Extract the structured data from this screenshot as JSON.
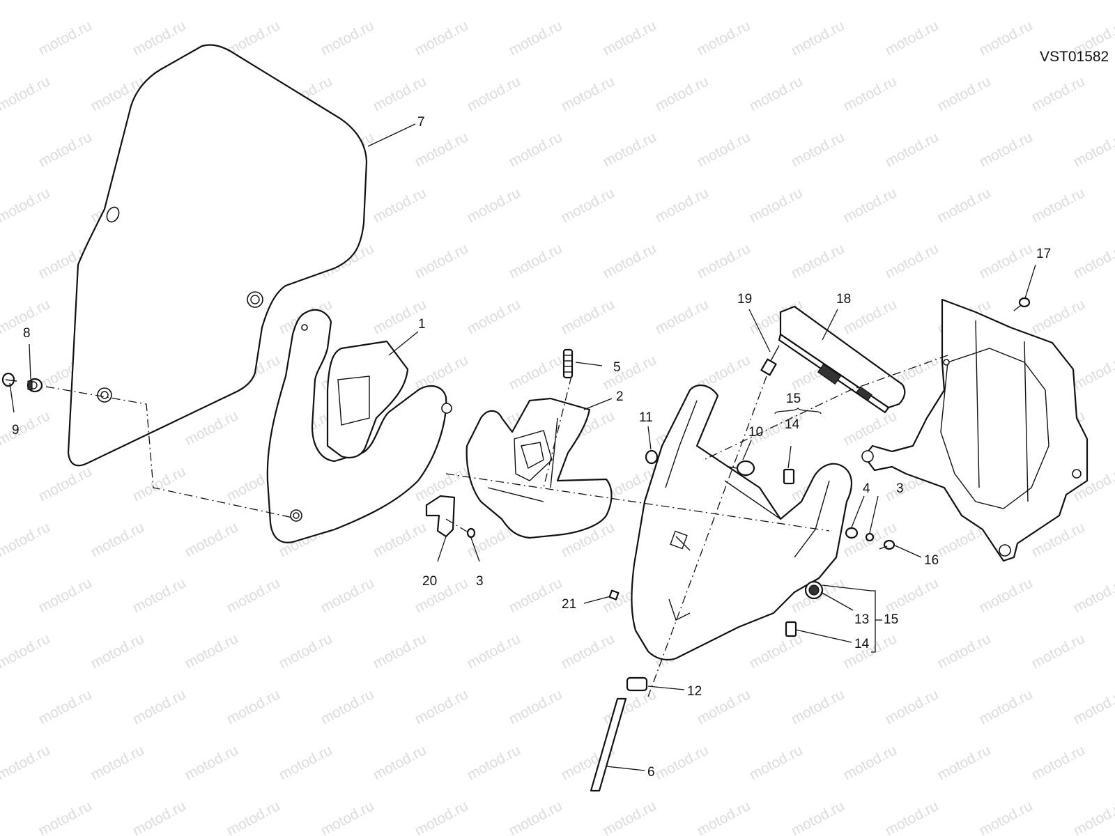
{
  "diagram": {
    "reference_code": "VST01582",
    "watermark": "motod.ru",
    "callouts": [
      {
        "id": "c1",
        "label": "1"
      },
      {
        "id": "c2",
        "label": "2"
      },
      {
        "id": "c3a",
        "label": "3"
      },
      {
        "id": "c3b",
        "label": "3"
      },
      {
        "id": "c4",
        "label": "4"
      },
      {
        "id": "c5",
        "label": "5"
      },
      {
        "id": "c6",
        "label": "6"
      },
      {
        "id": "c7",
        "label": "7"
      },
      {
        "id": "c8",
        "label": "8"
      },
      {
        "id": "c9",
        "label": "9"
      },
      {
        "id": "c10",
        "label": "10"
      },
      {
        "id": "c11",
        "label": "11"
      },
      {
        "id": "c12",
        "label": "12"
      },
      {
        "id": "c13",
        "label": "13"
      },
      {
        "id": "c14a",
        "label": "14"
      },
      {
        "id": "c14b",
        "label": "14"
      },
      {
        "id": "c15a",
        "label": "15"
      },
      {
        "id": "c15b",
        "label": "15"
      },
      {
        "id": "c16",
        "label": "16"
      },
      {
        "id": "c17",
        "label": "17"
      },
      {
        "id": "c18",
        "label": "18"
      },
      {
        "id": "c19",
        "label": "19"
      },
      {
        "id": "c20",
        "label": "20"
      },
      {
        "id": "c21",
        "label": "21"
      }
    ]
  }
}
